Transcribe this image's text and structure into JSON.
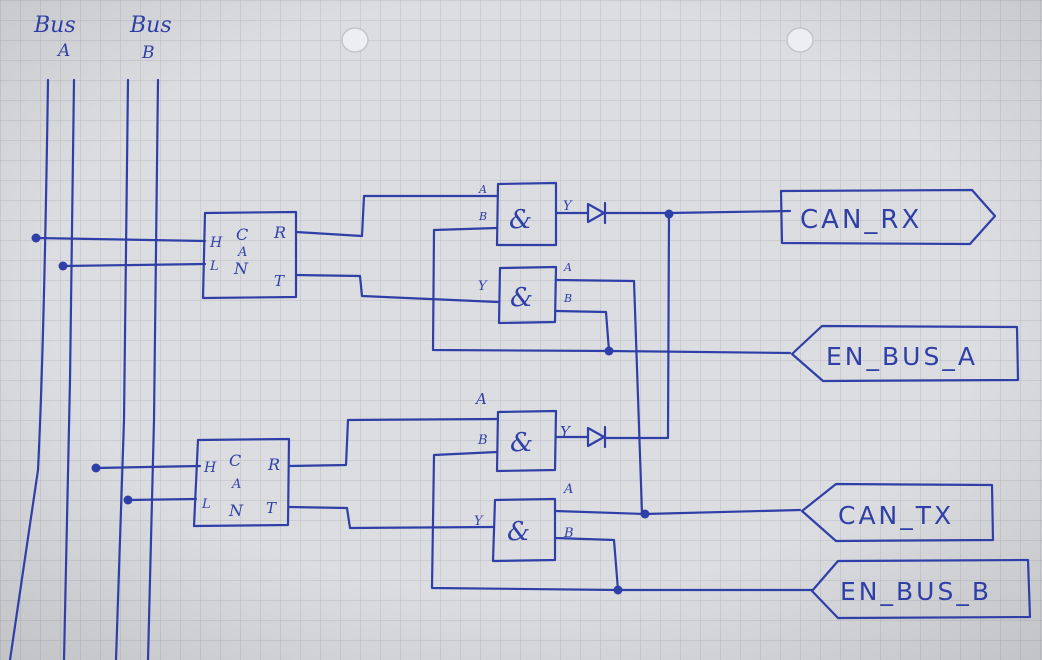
{
  "buses": {
    "a_label_top": "Bus",
    "a_label_bottom": "A",
    "b_label_top": "Bus",
    "b_label_bottom": "B"
  },
  "transceivers": [
    {
      "h": "H",
      "l": "L",
      "c": "C",
      "a": "A",
      "n": "N",
      "r": "R",
      "t": "T"
    },
    {
      "h": "H",
      "l": "L",
      "c": "C",
      "a": "A",
      "n": "N",
      "r": "R",
      "t": "T"
    }
  ],
  "gates": {
    "symbol": "&",
    "pin_a": "A",
    "pin_b": "B",
    "pin_y": "Y"
  },
  "signals": {
    "can_rx": "CAN_RX",
    "en_bus_a": "EN_BUS_A",
    "can_tx": "CAN_TX",
    "en_bus_b": "EN_BUS_B"
  },
  "colors": {
    "paper": "#d9dadd",
    "grid": "#b9bcc4",
    "ink": "#2f3fa8"
  }
}
